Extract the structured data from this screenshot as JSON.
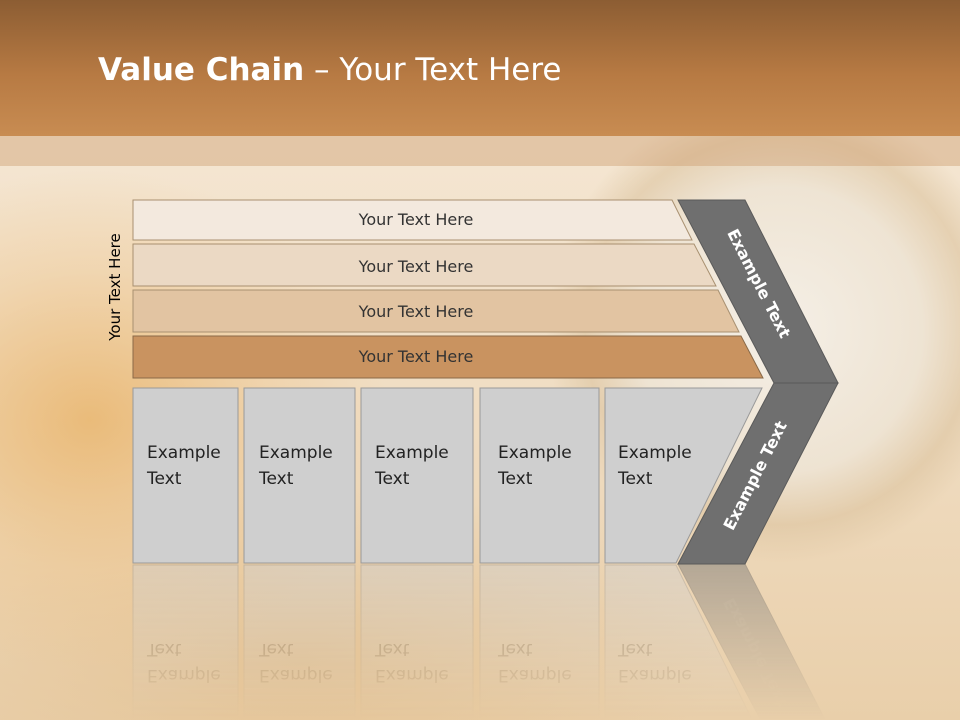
{
  "slide": {
    "title_bold": "Value Chain",
    "title_rest": " – Your Text Here",
    "side_label": "Your Text Here"
  },
  "support_bands": [
    {
      "label": "Your Text Here",
      "color": "#f3e9de"
    },
    {
      "label": "Your Text Here",
      "color": "#ebd9c4"
    },
    {
      "label": "Your Text Here",
      "color": "#e2c4a2"
    },
    {
      "label": "Your Text Here",
      "color": "#c99360"
    }
  ],
  "primary_activities": [
    {
      "line1": "Example",
      "line2": "Text"
    },
    {
      "line1": "Example",
      "line2": "Text"
    },
    {
      "line1": "Example",
      "line2": "Text"
    },
    {
      "line1": "Example",
      "line2": "Text"
    },
    {
      "line1": "Example",
      "line2": "Text"
    }
  ],
  "margin_arrow": {
    "upper_label": "Example Text",
    "lower_label": "Example Text",
    "color": "#6f6f6f"
  },
  "colors": {
    "header": "#a86e3b",
    "column_fill": "#cfcfcf",
    "column_stroke": "#9a9a9a"
  }
}
